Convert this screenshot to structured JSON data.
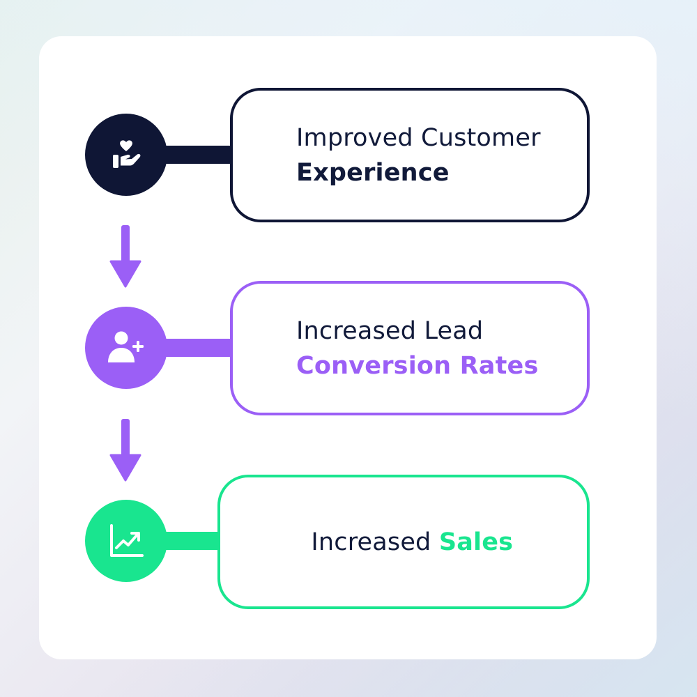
{
  "colors": {
    "dark": "#0f1635",
    "purple": "#9b5ff6",
    "green": "#19e58f",
    "text": "#111a3a"
  },
  "steps": [
    {
      "icon": "hand-heart-icon",
      "regular": "Improved Customer",
      "bold": "Experience"
    },
    {
      "icon": "user-plus-icon",
      "regular": "Increased Lead",
      "bold": "Conversion Rates"
    },
    {
      "icon": "trend-chart-icon",
      "regular": "Increased ",
      "bold": "Sales"
    }
  ]
}
